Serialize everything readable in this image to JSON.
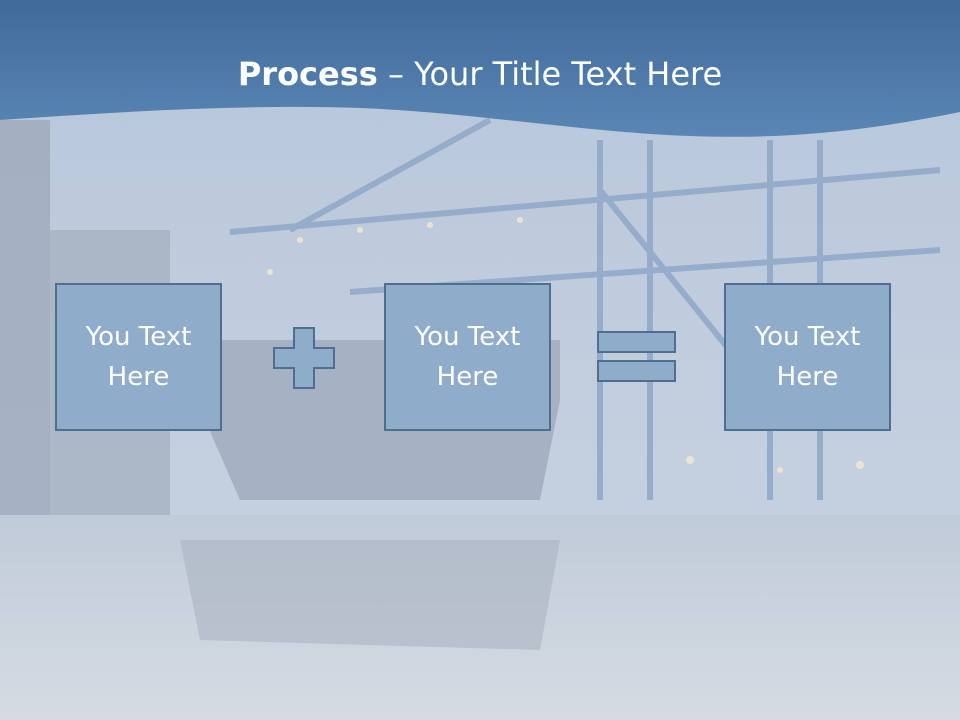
{
  "slide": {
    "title_bold": "Process",
    "title_rest": " – Your Title Text Here"
  },
  "boxes": [
    {
      "text": "You Text Here"
    },
    {
      "text": "You Text Here"
    },
    {
      "text": "You Text Here"
    }
  ],
  "operators": {
    "first": "plus-icon",
    "second": "equals-icon"
  },
  "colors": {
    "header": "#4b78a8",
    "box_fill": "#8faccb",
    "box_border": "#4f6f8f",
    "title_text": "#ffffff"
  }
}
